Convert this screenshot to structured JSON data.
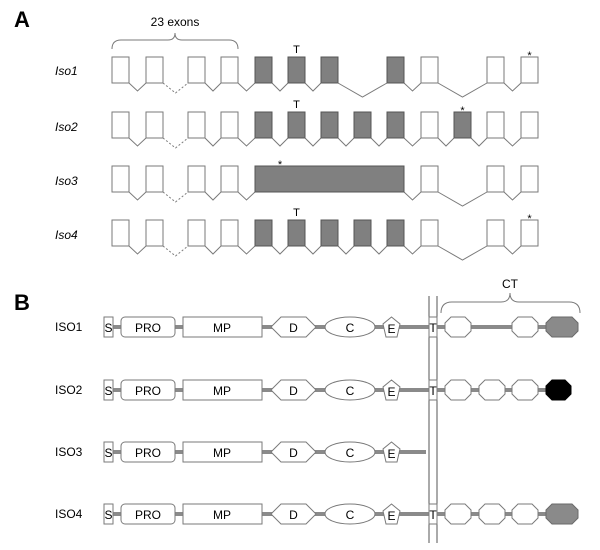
{
  "panel_a": {
    "letter": "A",
    "brace_label": "23 exons",
    "exon_count_shown": 13,
    "isoforms": [
      {
        "label": "Iso1",
        "exons": [
          "white",
          "white",
          "white",
          "white",
          "gray",
          "gray",
          "gray",
          null,
          "gray",
          "white",
          null,
          "white",
          "white"
        ],
        "merged_block": null,
        "t_mark_exon": 5,
        "star_exon": 12,
        "long_introns": [
          [
            6,
            8
          ],
          [
            9,
            11
          ]
        ]
      },
      {
        "label": "Iso2",
        "exons": [
          "white",
          "white",
          "white",
          "white",
          "gray",
          "gray",
          "gray",
          "gray",
          "gray",
          "white",
          "gray",
          "white",
          "white"
        ],
        "merged_block": null,
        "t_mark_exon": 5,
        "star_exon": 10,
        "long_introns": []
      },
      {
        "label": "Iso3",
        "exons": [
          "white",
          "white",
          "white",
          "white",
          null,
          null,
          null,
          null,
          null,
          "white",
          null,
          "white",
          "white"
        ],
        "merged_block": {
          "from": 4,
          "to": 8,
          "color": "gray"
        },
        "t_mark_exon": null,
        "star_exon": "block",
        "long_introns": [
          [
            9,
            11
          ]
        ]
      },
      {
        "label": "Iso4",
        "exons": [
          "white",
          "white",
          "white",
          "white",
          "gray",
          "gray",
          "gray",
          "gray",
          "gray",
          "white",
          null,
          "white",
          "white"
        ],
        "merged_block": null,
        "t_mark_exon": 5,
        "star_exon": 12,
        "long_introns": [
          [
            9,
            11
          ]
        ]
      }
    ],
    "marks": {
      "t": "T",
      "star": "*"
    }
  },
  "panel_b": {
    "letter": "B",
    "ct_label": "CT",
    "domains": {
      "s": "S",
      "pro": "PRO",
      "mp": "MP",
      "d": "D",
      "c": "C",
      "e": "E",
      "t": "T"
    },
    "isoforms": [
      {
        "label": "ISO1",
        "has_t": true,
        "ct_octagons": [
          "white",
          "white",
          "gray"
        ],
        "ct_layout": "spaced"
      },
      {
        "label": "ISO2",
        "has_t": true,
        "ct_octagons": [
          "white",
          "white",
          "white",
          "black"
        ],
        "ct_layout": "packed"
      },
      {
        "label": "ISO3",
        "has_t": false,
        "ct_octagons": [],
        "ct_layout": "none"
      },
      {
        "label": "ISO4",
        "has_t": true,
        "ct_octagons": [
          "white",
          "white",
          "white",
          "gray"
        ],
        "ct_layout": "packed"
      }
    ]
  }
}
